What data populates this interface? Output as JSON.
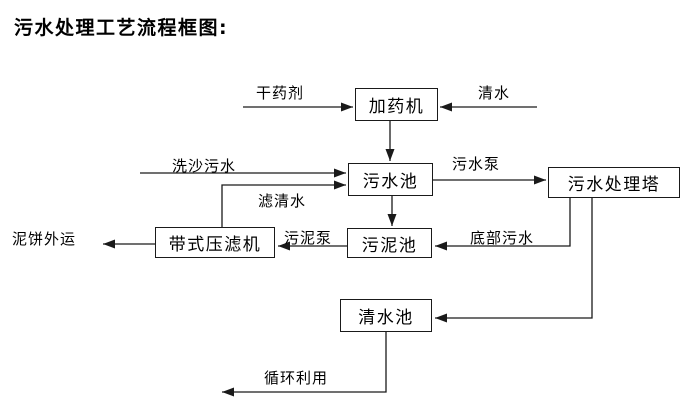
{
  "title": "污水处理工艺流程框图:",
  "nodes": [
    {
      "id": "dosing-machine",
      "label": "加药机"
    },
    {
      "id": "sewage-pool",
      "label": "污水池"
    },
    {
      "id": "sewage-treatment-tower",
      "label": "污水处理塔"
    },
    {
      "id": "belt-filter-press",
      "label": "带式压滤机"
    },
    {
      "id": "sludge-pool",
      "label": "污泥池"
    },
    {
      "id": "clean-water-pool",
      "label": "清水池"
    }
  ],
  "flows": [
    {
      "label": "干药剂",
      "from": "external",
      "to": "加药机"
    },
    {
      "label": "清水",
      "from": "external",
      "to": "加药机"
    },
    {
      "label": "洗沙污水",
      "from": "external",
      "to": "污水池"
    },
    {
      "label": "滤清水",
      "from": "带式压滤机",
      "to": "污水池"
    },
    {
      "label": "污水泵",
      "from": "污水池",
      "to": "污水处理塔"
    },
    {
      "label": "底部污水",
      "from": "污水处理塔",
      "to": "污泥池"
    },
    {
      "label": "污泥泵",
      "from": "污泥池",
      "to": "带式压滤机"
    },
    {
      "label": "泥饼外运",
      "from": "带式压滤机",
      "to": "external"
    },
    {
      "label": "循环利用",
      "from": "清水池",
      "to": "external"
    }
  ],
  "unlabeled_flows": [
    {
      "from": "加药机",
      "to": "污水池"
    },
    {
      "from": "污水池",
      "to": "污泥池"
    },
    {
      "from": "污水处理塔",
      "to": "清水池"
    }
  ],
  "colors": {
    "line": "#1a1a1a",
    "box_border": "#1a1a1a",
    "text": "#000000",
    "background": "#ffffff"
  }
}
